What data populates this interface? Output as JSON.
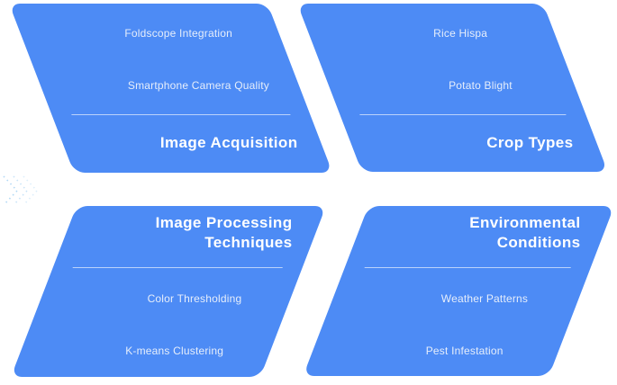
{
  "cards": [
    {
      "title": "Image Acquisition",
      "title_position": "bottom",
      "items": [
        "Foldscope Integration",
        "Smartphone Camera Quality"
      ]
    },
    {
      "title": "Crop Types",
      "title_position": "bottom",
      "items": [
        "Rice Hispa",
        "Potato Blight"
      ]
    },
    {
      "title": "Image Processing Techniques",
      "title_position": "top",
      "items": [
        "Color Thresholding",
        "K-means Clustering"
      ]
    },
    {
      "title": "Environmental Conditions",
      "title_position": "top",
      "items": [
        "Weather Patterns",
        "Pest Infestation"
      ]
    }
  ],
  "colors": {
    "card_blue": "#4d8bf5",
    "title_text": "#ffffff",
    "item_text": "#e6eefb",
    "divider": "rgba(255,255,255,0.62)",
    "background": "#ffffff",
    "deco_blue": "#b5daf6"
  }
}
